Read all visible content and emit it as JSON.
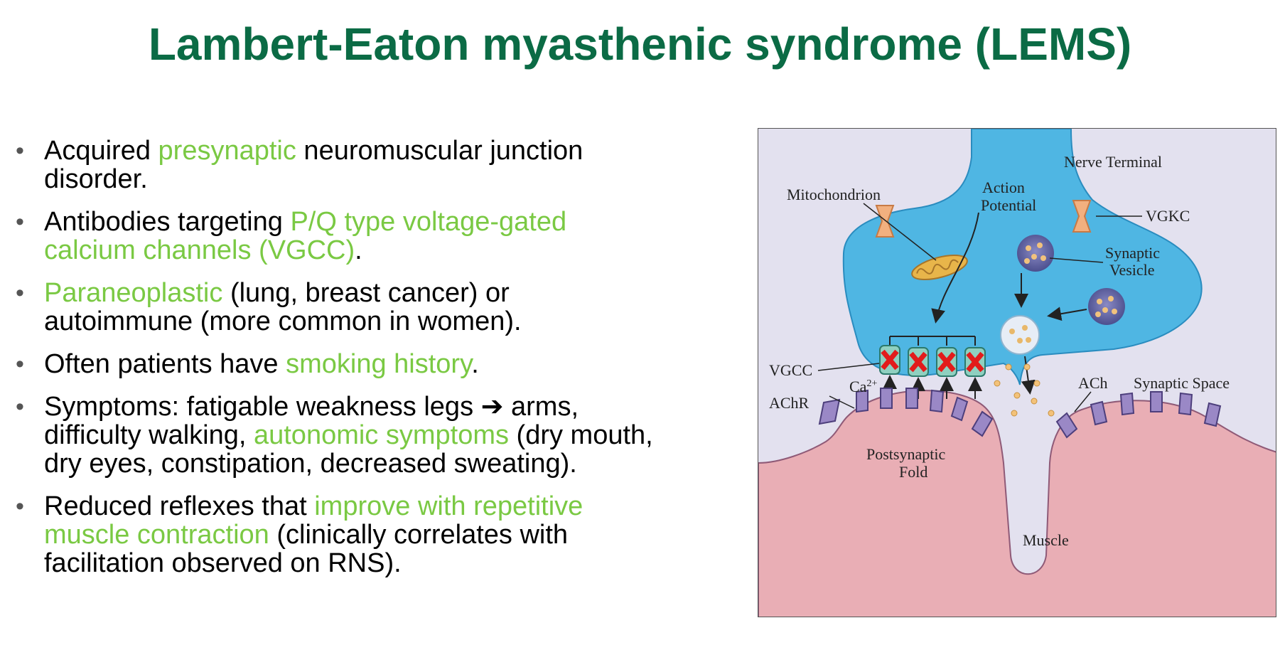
{
  "title": "Lambert-Eaton myasthenic syndrome (LEMS)",
  "colors": {
    "title": "#0b6b45",
    "highlight": "#7ac943",
    "text": "#000000"
  },
  "bullets": [
    {
      "segments": [
        {
          "text": "Acquired "
        },
        {
          "text": "presynaptic",
          "hl": true
        },
        {
          "text": " neuromuscular junction disorder."
        }
      ]
    },
    {
      "segments": [
        {
          "text": "Antibodies targeting "
        },
        {
          "text": "P/Q type voltage-gated calcium channels (VGCC)",
          "hl": true
        },
        {
          "text": "."
        }
      ]
    },
    {
      "segments": [
        {
          "text": "Paraneoplastic",
          "hl": true
        },
        {
          "text": " (lung, breast cancer) or autoimmune (more common in women)."
        }
      ]
    },
    {
      "segments": [
        {
          "text": "Often patients have "
        },
        {
          "text": "smoking history",
          "hl": true
        },
        {
          "text": "."
        }
      ]
    },
    {
      "segments": [
        {
          "text": "Symptoms: fatigable weakness legs ➔ arms, difficulty walking, "
        },
        {
          "text": "autonomic symptoms",
          "hl": true
        },
        {
          "text": " (dry mouth, dry eyes, constipation, decreased sweating)."
        }
      ]
    },
    {
      "segments": [
        {
          "text": "Reduced reflexes that "
        },
        {
          "text": "improve with repetitive muscle contraction",
          "hl": true
        },
        {
          "text": " (clinically correlates with facilitation observed on RNS)."
        }
      ]
    }
  ],
  "diagram": {
    "labels": {
      "nerve_terminal": "Nerve Terminal",
      "mitochondrion": "Mitochondrion",
      "action": "Action",
      "potential": "Potential",
      "vgkc": "VGKC",
      "synaptic": "Synaptic",
      "vesicle": "Vesicle",
      "vgcc": "VGCC",
      "ca": "Ca",
      "ca_sup": "2+",
      "achr": "AChR",
      "ach": "ACh",
      "synaptic_space": "Synaptic Space",
      "postsynaptic": "Postsynaptic",
      "fold": "Fold",
      "muscle": "Muscle"
    }
  }
}
